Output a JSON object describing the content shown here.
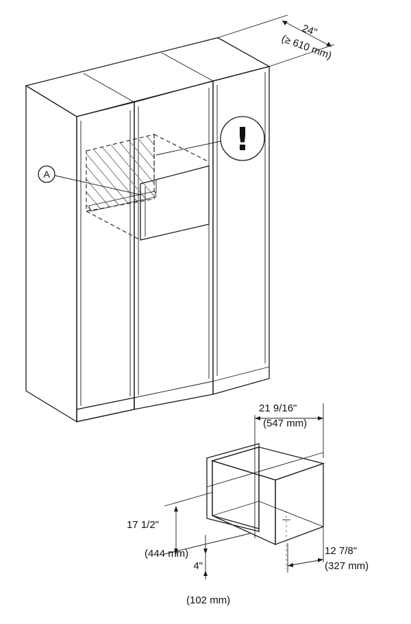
{
  "callout": {
    "label": "A",
    "warning_symbol": "!"
  },
  "dimensions": {
    "depth": {
      "imperial": "24\"",
      "metric": "(≥ 610 mm)"
    },
    "unit_width": {
      "imperial": "21 9/16\"",
      "metric": "(547 mm)"
    },
    "unit_height": {
      "imperial": "17 1/2\"",
      "metric": "(444 mm)"
    },
    "unit_offset": {
      "imperial": "4\"",
      "metric": "(102 mm)"
    },
    "unit_depth": {
      "imperial": "12 7/8\"",
      "metric": "(327 mm)"
    }
  },
  "colors": {
    "line": "#1a1a1a",
    "hatch": "#808080",
    "unit_fill": "#eeeeee"
  }
}
